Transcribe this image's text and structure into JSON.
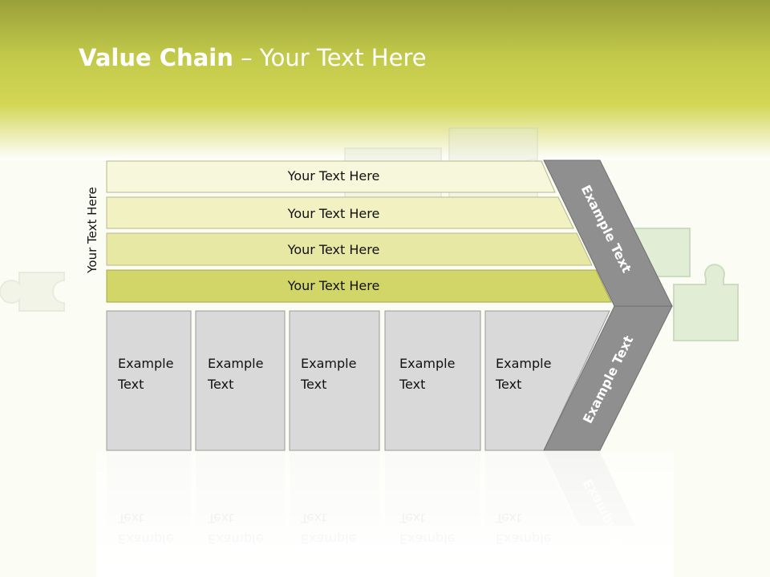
{
  "title": {
    "bold": "Value Chain",
    "rest": " – Your Text Here"
  },
  "side_label": "Your Text Here",
  "bands": [
    "Your Text Here",
    "Your Text Here",
    "Your Text Here",
    "Your Text Here"
  ],
  "boxes": [
    {
      "line1": "Example",
      "line2": "Text"
    },
    {
      "line1": "Example",
      "line2": "Text"
    },
    {
      "line1": "Example",
      "line2": "Text"
    },
    {
      "line1": "Example",
      "line2": "Text"
    },
    {
      "line1": "Example",
      "line2": "Text"
    }
  ],
  "chevron": {
    "upper": "Example Text",
    "lower": "Example Text"
  },
  "colors": {
    "band": [
      "#f7f7db",
      "#f1f1c2",
      "#e7e8a4",
      "#d2d668"
    ],
    "box": "#d9d9d9",
    "chevron": "#8f8f8f"
  }
}
